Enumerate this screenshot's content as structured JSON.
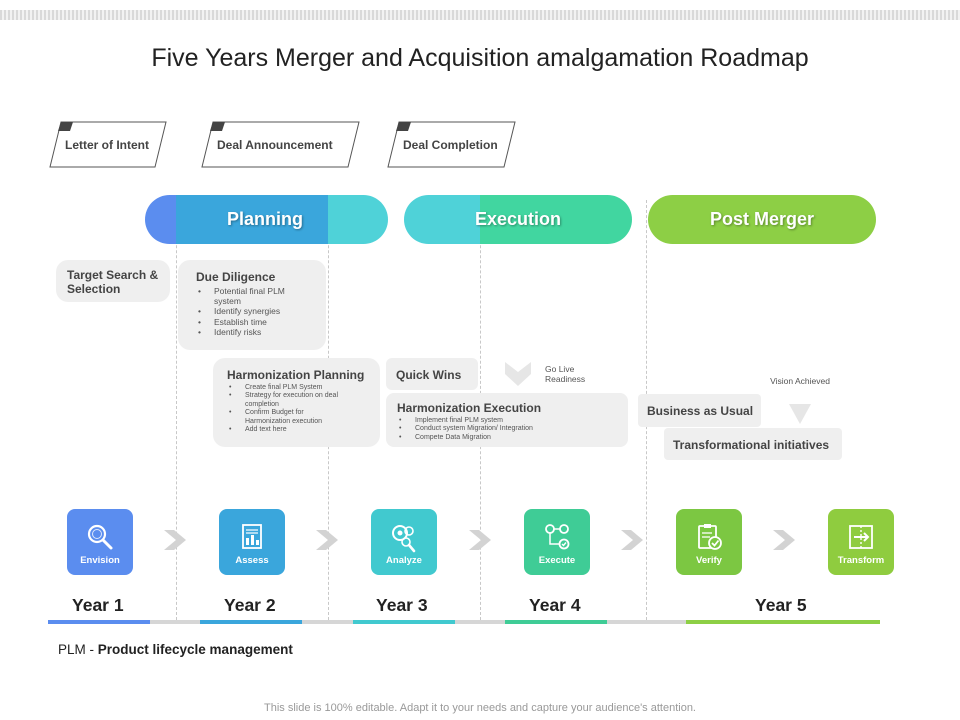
{
  "title": "Five Years Merger and Acquisition amalgamation Roadmap",
  "milestones": [
    "Letter of Intent",
    "Deal Announcement",
    "Deal Completion"
  ],
  "phases": [
    {
      "label": "Planning"
    },
    {
      "label": "Execution"
    },
    {
      "label": "Post Merger"
    }
  ],
  "cards": {
    "target_search": {
      "title": "Target Search & Selection"
    },
    "due_diligence": {
      "title": "Due Diligence",
      "items": [
        "Potential final PLM system",
        "Identify synergies",
        "Establish time",
        "Identify risks"
      ]
    },
    "harmonization_planning": {
      "title": "Harmonization Planning",
      "items": [
        "Create final PLM System",
        "Strategy for execution on deal completion",
        "Confirm Budget for Harmonization execution",
        "Add text here"
      ]
    },
    "quick_wins": {
      "title": "Quick Wins"
    },
    "go_live": "Go Live Readiness",
    "harmonization_execution": {
      "title": "Harmonization Execution",
      "items": [
        "Implement final PLM system",
        "Conduct system Migration/ Integration",
        "Compete Data Migration"
      ]
    },
    "business_as_usual": {
      "title": "Business as Usual"
    },
    "vision_achieved": "Vision Achieved",
    "transformational": {
      "title": "Transformational initiatives"
    }
  },
  "stages": [
    {
      "label": "Envision",
      "icon": "magnifier-icon",
      "color": "#5b8def"
    },
    {
      "label": "Assess",
      "icon": "document-chart-icon",
      "color": "#3aa6dc"
    },
    {
      "label": "Analyze",
      "icon": "gears-magnifier-icon",
      "color": "#41c9cf"
    },
    {
      "label": "Execute",
      "icon": "workflow-icon",
      "color": "#3fcc96"
    },
    {
      "label": "Verify",
      "icon": "clipboard-check-icon",
      "color": "#7cc742"
    },
    {
      "label": "Transform",
      "icon": "transform-arrow-icon",
      "color": "#8fcc3f"
    }
  ],
  "years": [
    "Year 1",
    "Year 2",
    "Year 3",
    "Year 4",
    "Year 5"
  ],
  "footnote": {
    "abbr": "PLM",
    "separator": " - ",
    "full": "Product lifecycle management"
  },
  "caption": "This slide is 100% editable. Adapt it to your needs and capture your audience's attention."
}
